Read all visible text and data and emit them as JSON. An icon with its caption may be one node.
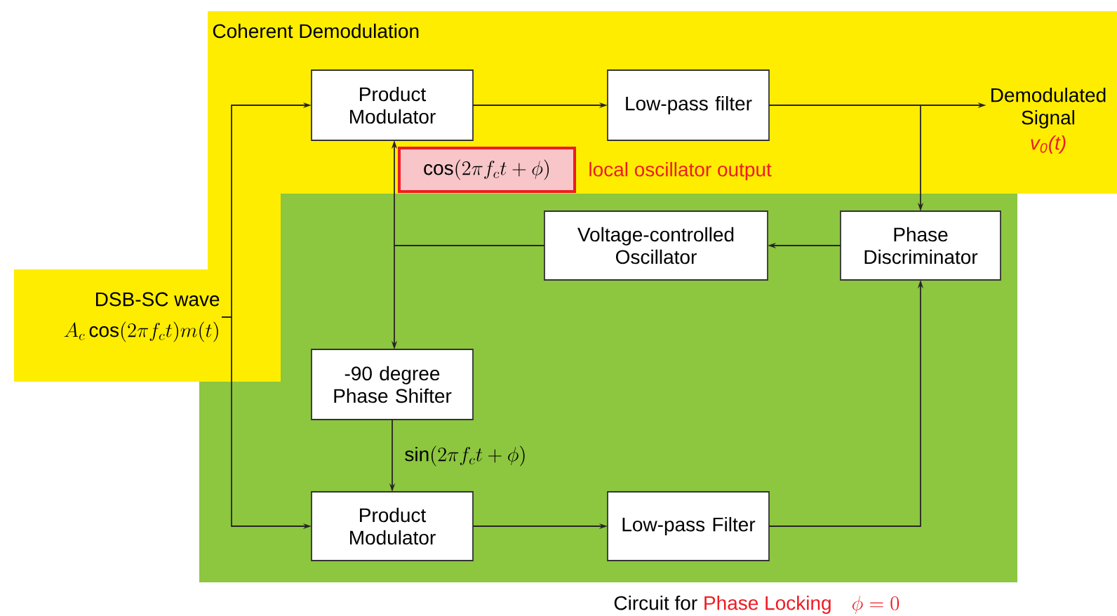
{
  "diagram": {
    "nodes": [
      {
        "text": [
          "Coherent Demodulation"
        ]
      },
      {
        "text": [
          "Circuit for",
          "Phase Locking",
          "\\phi = 0"
        ]
      },
      {
        "text": [
          "DSB-SC wave",
          "A_c \\cos(2\\pi f_c t) m(t)"
        ],
        "in": 0
      },
      {
        "text": [
          "Product Modulator"
        ],
        "in": 0
      },
      {
        "text": [
          "Low-pass filter"
        ],
        "in": 0
      },
      {
        "text": [
          "Demodulated Signal",
          "v$_{0}$(t)"
        ],
        "in": 0
      },
      {
        "text": [
          "\\cos(2\\pi f_c t+\\phi)"
        ],
        "beside": [
          "local oscillator output"
        ],
        "in": 0
      },
      {
        "text": [
          "Voltage-controlled Oscillator"
        ],
        "in": 1
      },
      {
        "text": [
          "Phase Discriminator"
        ],
        "in": 1
      },
      {
        "text": [
          "-90 degree Phase Shifter"
        ],
        "in": 1
      },
      {
        "text": [
          "Product Modulator"
        ],
        "in": 1
      },
      {
        "text": [
          "Low-pass Filter"
        ],
        "in": 1
      }
    ],
    "edges": [
      {
        "from": 2,
        "to": 3,
        "arrow": "to"
      },
      {
        "from": 2,
        "to": 10,
        "arrow": "to"
      },
      {
        "from": 3,
        "to": 4,
        "arrow": "to"
      },
      {
        "from": 4,
        "to": 5,
        "arrow": "to"
      },
      {
        "from": 4,
        "to": 8,
        "arrow": "to"
      },
      {
        "from": 8,
        "to": 7,
        "arrow": "to"
      },
      {
        "from": 7,
        "to": 3,
        "arrow": "to"
      },
      {
        "from": 7,
        "to": 9,
        "arrow": "to"
      },
      {
        "from": 9,
        "to": 10,
        "arrow": "to",
        "label": "\\sin(2\\pi f_c t+\\phi)"
      },
      {
        "from": 10,
        "to": 11,
        "arrow": "to"
      },
      {
        "from": 11,
        "to": 8,
        "arrow": "to"
      }
    ]
  }
}
